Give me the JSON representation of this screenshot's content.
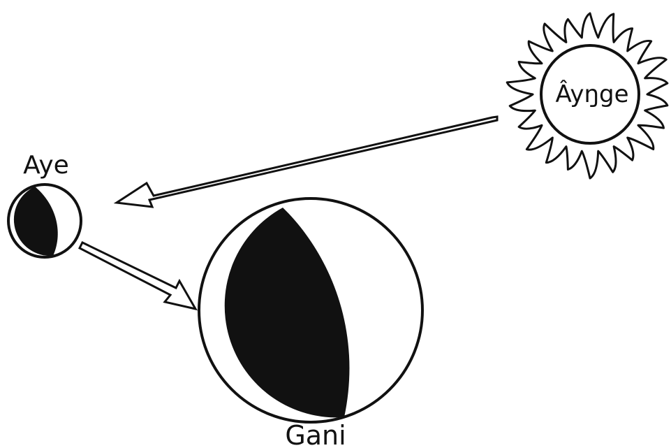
{
  "labels": {
    "sun": "Âyŋge",
    "small_body": "Aye",
    "large_body": "Gani"
  },
  "colors": {
    "ink": "#111111",
    "background": "#ffffff"
  }
}
